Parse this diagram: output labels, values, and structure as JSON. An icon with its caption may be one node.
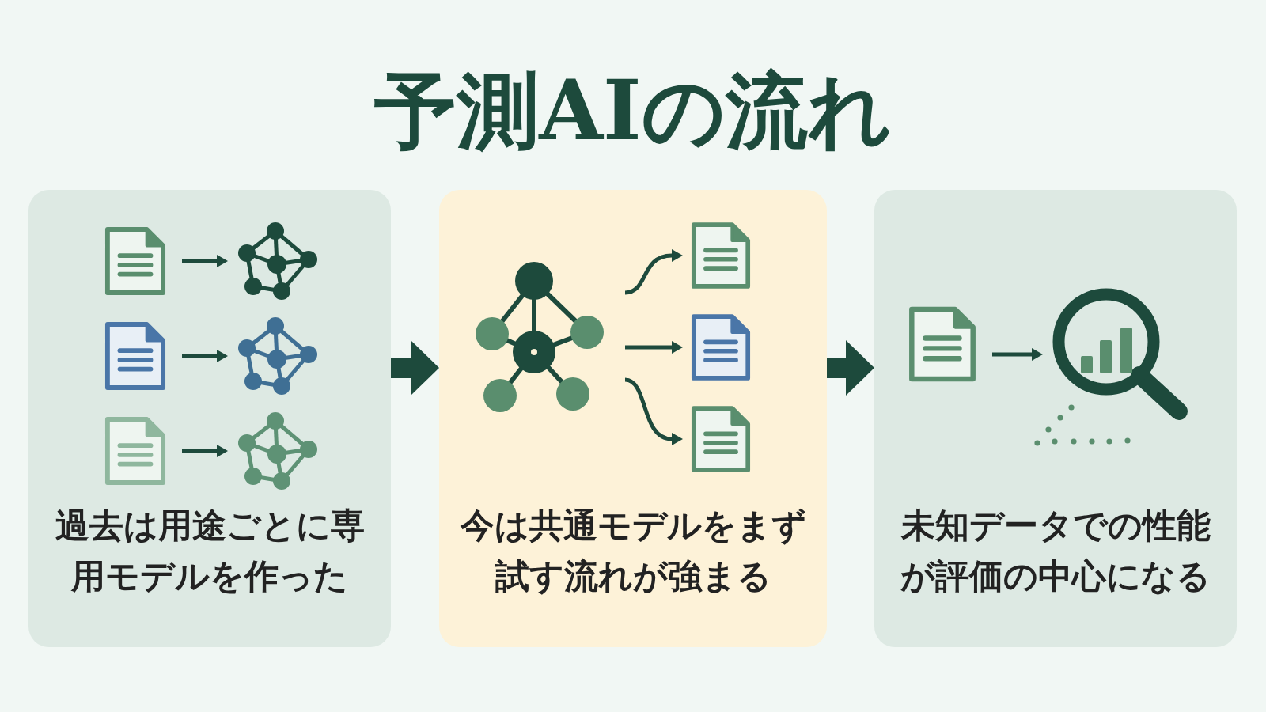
{
  "diagram": {
    "title": "予測AIの流れ",
    "nodes": [
      {
        "text": [
          "過去は用途ごとに専用モデルを作った"
        ]
      },
      {
        "text": [
          "今は共通モデルをまず試す流れが強まる"
        ]
      },
      {
        "text": [
          "未知データでの性能が評価の中心になる"
        ]
      },
      {
        "text": [],
        "shape": "document",
        "in": 0
      },
      {
        "text": [],
        "shape": "network",
        "in": 0
      },
      {
        "text": [],
        "shape": "document",
        "in": 0
      },
      {
        "text": [],
        "shape": "network",
        "in": 0
      },
      {
        "text": [],
        "shape": "document",
        "in": 0
      },
      {
        "text": [],
        "shape": "network",
        "in": 0
      },
      {
        "text": [],
        "shape": "network",
        "in": 1
      },
      {
        "text": [],
        "shape": "document",
        "in": 1
      },
      {
        "text": [],
        "shape": "document",
        "in": 1
      },
      {
        "text": [],
        "shape": "document",
        "in": 1
      },
      {
        "text": [],
        "shape": "document",
        "in": 2
      },
      {
        "text": [],
        "shape": "magnifier",
        "in": 2
      }
    ],
    "edges": [
      {
        "from": 0,
        "to": 1,
        "arrow": "to",
        "style": "thick"
      },
      {
        "from": 1,
        "to": 2,
        "arrow": "to",
        "style": "thick"
      },
      {
        "from": 3,
        "to": 4,
        "arrow": "to"
      },
      {
        "from": 5,
        "to": 6,
        "arrow": "to"
      },
      {
        "from": 7,
        "to": 8,
        "arrow": "to"
      },
      {
        "from": 9,
        "to": 10,
        "arrow": "to"
      },
      {
        "from": 9,
        "to": 11,
        "arrow": "to"
      },
      {
        "from": 9,
        "to": 12,
        "arrow": "to"
      },
      {
        "from": 13,
        "to": 14,
        "arrow": "to"
      }
    ]
  }
}
